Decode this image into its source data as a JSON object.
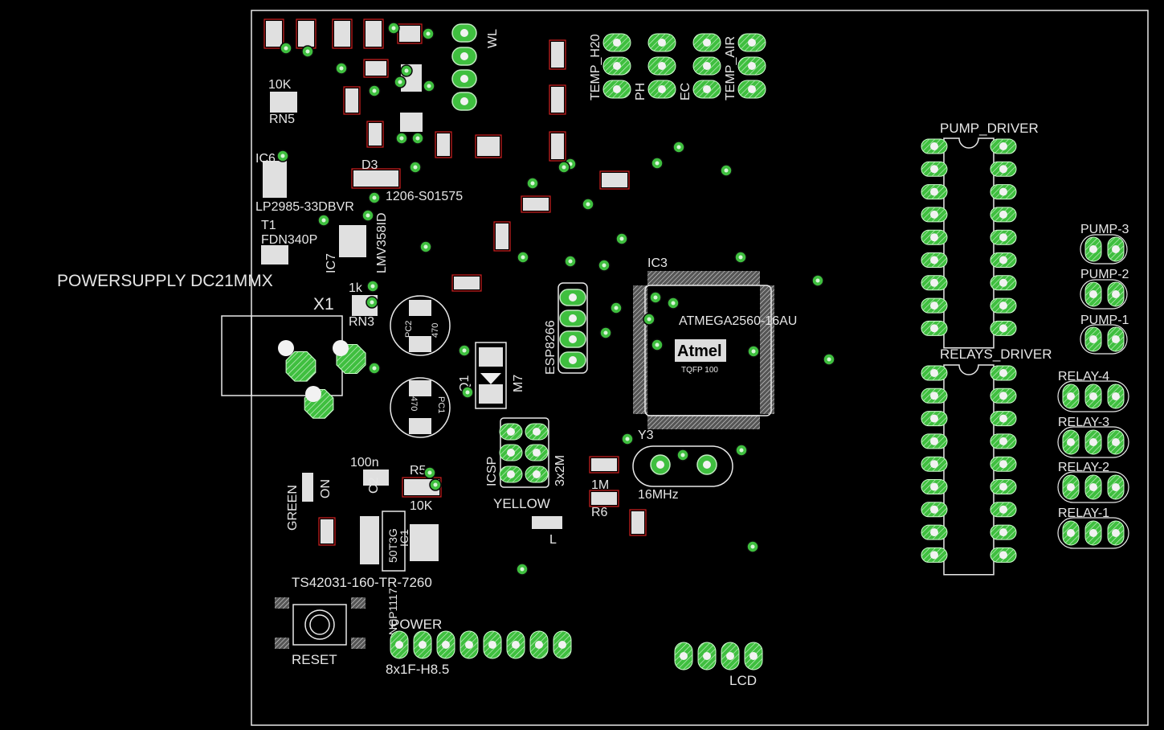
{
  "board": {
    "background": "#000000",
    "pad_color": "#3fbf3f",
    "silk_color": "#e6e6e6",
    "outline_color": "#e8e8e8"
  },
  "labels": {
    "powersupply": "POWERSUPPLY  DC21MMX",
    "x1": "X1",
    "r10k_top": "10K",
    "rn5": "RN5",
    "ic6": "IC6",
    "lp2985": "LP2985-33DBVR",
    "t1": "T1",
    "fdn340p": "FDN340P",
    "d3": "D3",
    "d1206": "1206-S01575",
    "ic7": "IC7",
    "lmv358": "LMV358ID",
    "r1k": "1k",
    "rn3": "RN3",
    "wl": "WL",
    "temp_h20": "TEMP_H20",
    "ph": "PH",
    "ec": "EC",
    "temp_air": "TEMP_AIR",
    "pc2": "PC2",
    "pc1": "PC1",
    "cap470_a": "470",
    "cap470_b": "470",
    "q1": "Q1",
    "m7": "M7",
    "esp8266": "ESP8266",
    "ic3": "IC3",
    "atmega": "ATMEGA2560-16AU",
    "tqfp": "TQFP 100",
    "y3": "Y3",
    "mhz": "16MHz",
    "icsp": "ICSP",
    "x3x2m": "3x2M",
    "yellow": "YELLOW",
    "l": "L",
    "r1m": "1M",
    "r6": "R6",
    "c100n": "100n",
    "c2": "C2",
    "r5": "R5",
    "r10k": "10K",
    "green": "GREEN",
    "on": "ON",
    "ic1": "IC1",
    "t50": "50T3G",
    "ts42031": "TS42031-160-TR-7260",
    "ncp1117": "NCP1117",
    "power": "POWER",
    "header": "8x1F-H8.5",
    "reset": "RESET",
    "lcd": "LCD",
    "pump_driver": "PUMP_DRIVER",
    "relays_driver": "RELAYS_DRIVER",
    "pump3": "PUMP-3",
    "pump2": "PUMP-2",
    "pump1": "PUMP-1",
    "relay4": "RELAY-4",
    "relay3": "RELAY-3",
    "relay2": "RELAY-2",
    "relay1": "RELAY-1"
  }
}
